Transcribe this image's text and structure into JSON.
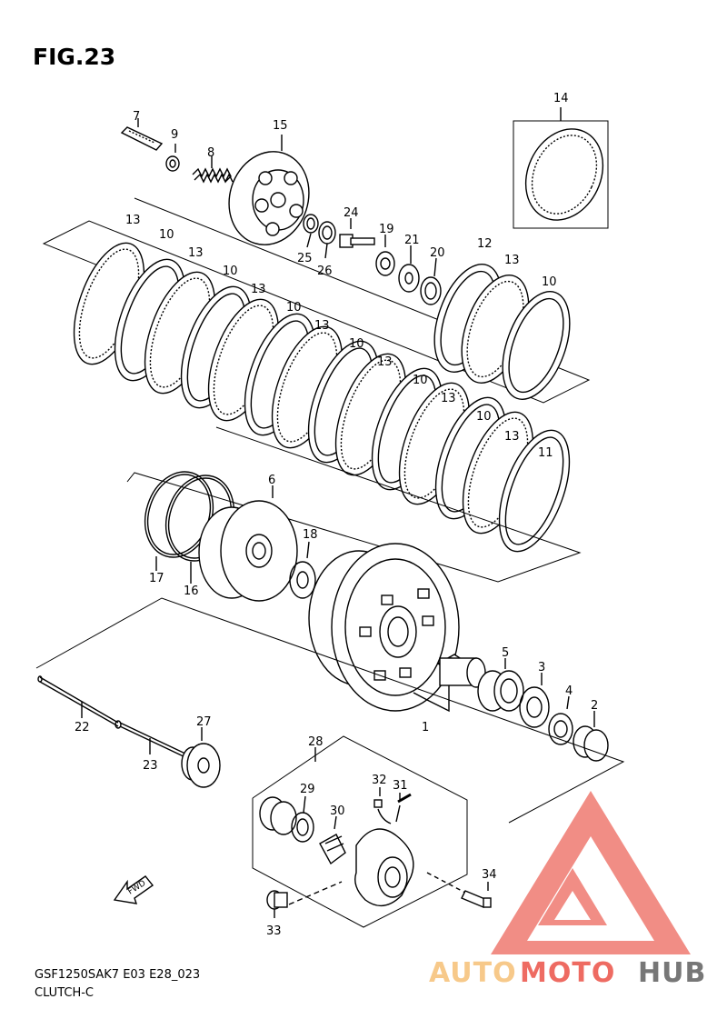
{
  "figure": {
    "title": "FIG.23",
    "code": "GSF1250SAK7 E03 E28_023",
    "name": "CLUTCH-C"
  },
  "fwd_label": "FWD",
  "watermark": {
    "part1": "AUTO",
    "part2": "MOTO",
    "part3": "HUB",
    "color_orange": "#f7c98a",
    "color_red": "#ee6b62",
    "color_dark": "#777777"
  },
  "callouts": [
    {
      "id": "7",
      "label": "7"
    },
    {
      "id": "9",
      "label": "9"
    },
    {
      "id": "8",
      "label": "8"
    },
    {
      "id": "15",
      "label": "15"
    },
    {
      "id": "14",
      "label": "14"
    },
    {
      "id": "24",
      "label": "24"
    },
    {
      "id": "19",
      "label": "19"
    },
    {
      "id": "21",
      "label": "21"
    },
    {
      "id": "20",
      "label": "20"
    },
    {
      "id": "25",
      "label": "25"
    },
    {
      "id": "26",
      "label": "26"
    },
    {
      "id": "13a",
      "label": "13"
    },
    {
      "id": "10a",
      "label": "10"
    },
    {
      "id": "13b",
      "label": "13"
    },
    {
      "id": "10b",
      "label": "10"
    },
    {
      "id": "13c",
      "label": "13"
    },
    {
      "id": "10c",
      "label": "10"
    },
    {
      "id": "13d",
      "label": "13"
    },
    {
      "id": "10d",
      "label": "10"
    },
    {
      "id": "13e",
      "label": "13"
    },
    {
      "id": "10e",
      "label": "10"
    },
    {
      "id": "13f",
      "label": "13"
    },
    {
      "id": "10f",
      "label": "10"
    },
    {
      "id": "13g",
      "label": "13"
    },
    {
      "id": "11",
      "label": "11"
    },
    {
      "id": "12",
      "label": "12"
    },
    {
      "id": "13h",
      "label": "13"
    },
    {
      "id": "10g",
      "label": "10"
    },
    {
      "id": "6",
      "label": "6"
    },
    {
      "id": "17",
      "label": "17"
    },
    {
      "id": "16",
      "label": "16"
    },
    {
      "id": "18",
      "label": "18"
    },
    {
      "id": "5",
      "label": "5"
    },
    {
      "id": "3",
      "label": "3"
    },
    {
      "id": "4",
      "label": "4"
    },
    {
      "id": "2",
      "label": "2"
    },
    {
      "id": "1",
      "label": "1"
    },
    {
      "id": "22",
      "label": "22"
    },
    {
      "id": "23",
      "label": "23"
    },
    {
      "id": "27",
      "label": "27"
    },
    {
      "id": "28",
      "label": "28"
    },
    {
      "id": "29",
      "label": "29"
    },
    {
      "id": "30",
      "label": "30"
    },
    {
      "id": "32",
      "label": "32"
    },
    {
      "id": "31",
      "label": "31"
    },
    {
      "id": "34",
      "label": "34"
    },
    {
      "id": "33",
      "label": "33"
    }
  ]
}
